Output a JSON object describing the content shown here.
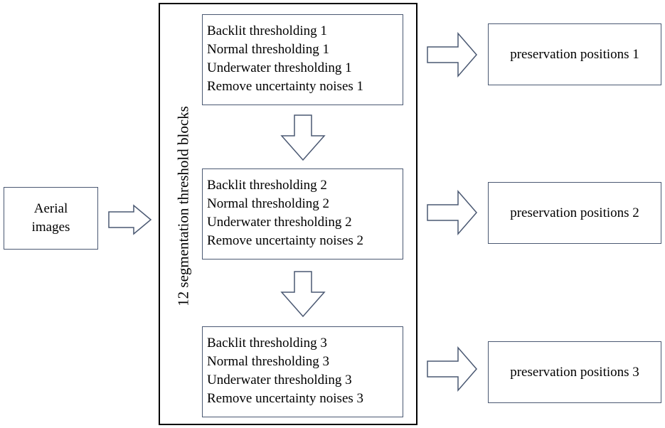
{
  "input": {
    "lines": [
      "Aerial",
      "images"
    ]
  },
  "container_label": "12 segmentation threshold blocks",
  "stages": [
    {
      "lines": [
        "Backlit thresholding 1",
        "Normal thresholding 1",
        "Underwater thresholding 1",
        "Remove uncertainty noises 1"
      ]
    },
    {
      "lines": [
        "Backlit thresholding 2",
        "Normal thresholding 2",
        "Underwater thresholding 2",
        "Remove uncertainty noises 2"
      ]
    },
    {
      "lines": [
        "Backlit thresholding 3",
        "Normal thresholding 3",
        "Underwater thresholding 3",
        "Remove uncertainty noises 3"
      ]
    }
  ],
  "outputs": [
    "preservation positions 1",
    "preservation positions 2",
    "preservation positions 3"
  ],
  "colors": {
    "box_border": "#4a5872",
    "container_border": "#000000",
    "arrow_stroke": "#4a5872",
    "background": "#ffffff"
  }
}
